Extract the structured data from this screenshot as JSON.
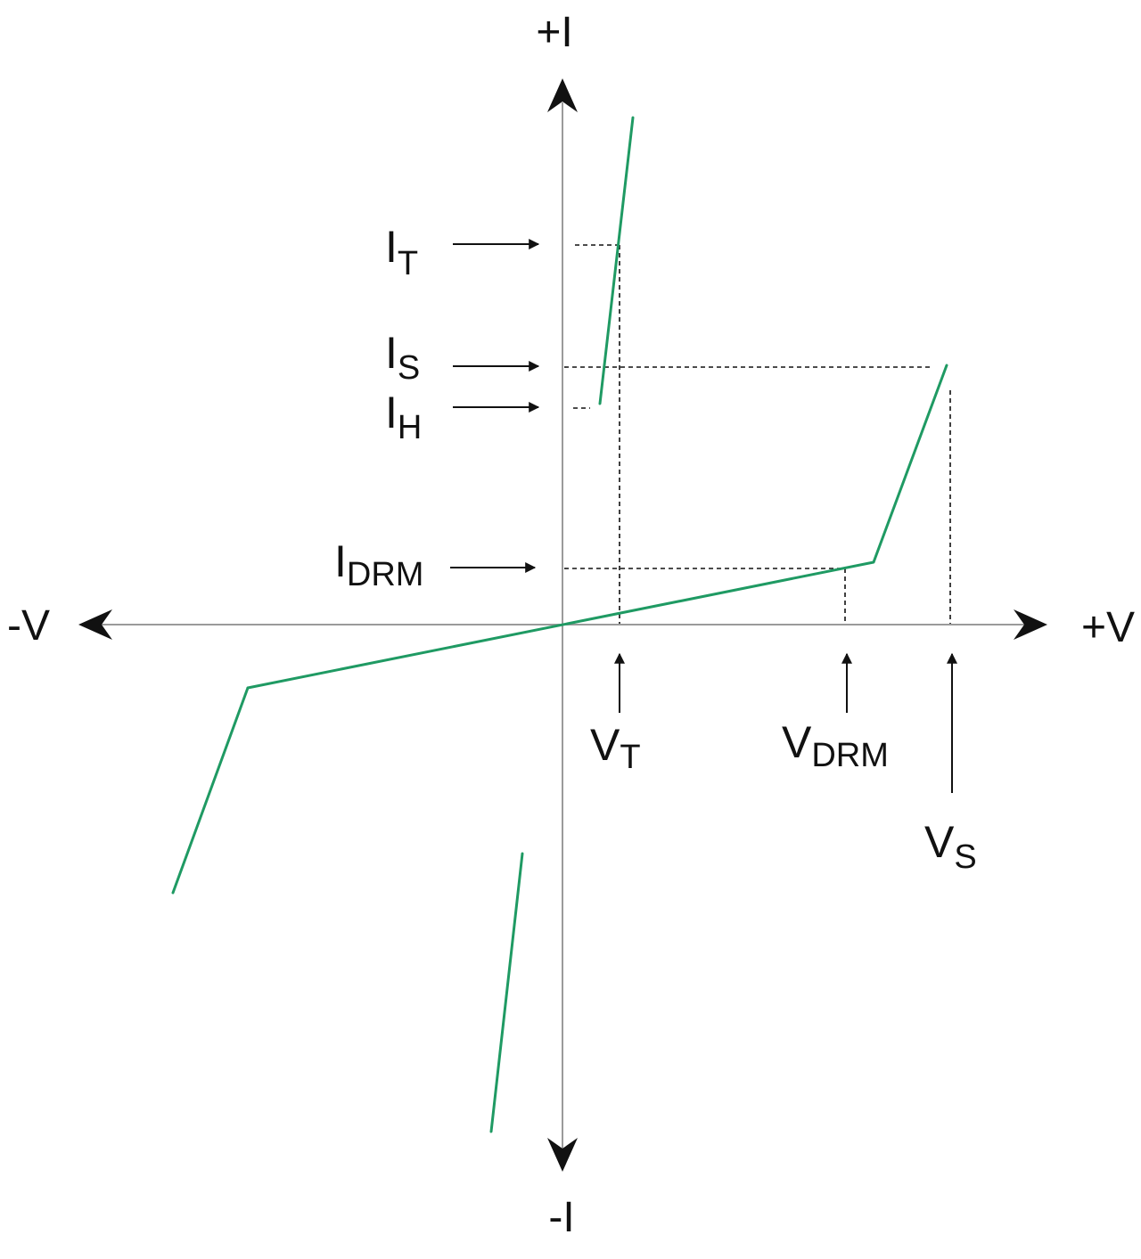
{
  "axes": {
    "y_positive": "+I",
    "y_negative": "-I",
    "x_positive": "+V",
    "x_negative": "-V"
  },
  "labels": {
    "it": {
      "main": "I",
      "sub": "T"
    },
    "is": {
      "main": "I",
      "sub": "S"
    },
    "ih": {
      "main": "I",
      "sub": "H"
    },
    "idrm": {
      "main": "I",
      "sub": "DRM"
    },
    "vt": {
      "main": "V",
      "sub": "T"
    },
    "vdrm": {
      "main": "V",
      "sub": "DRM"
    },
    "vs": {
      "main": "V",
      "sub": "S"
    }
  },
  "colors": {
    "curve": "#1f9a63",
    "axis": "#9a9a9a",
    "ink": "#111111"
  }
}
